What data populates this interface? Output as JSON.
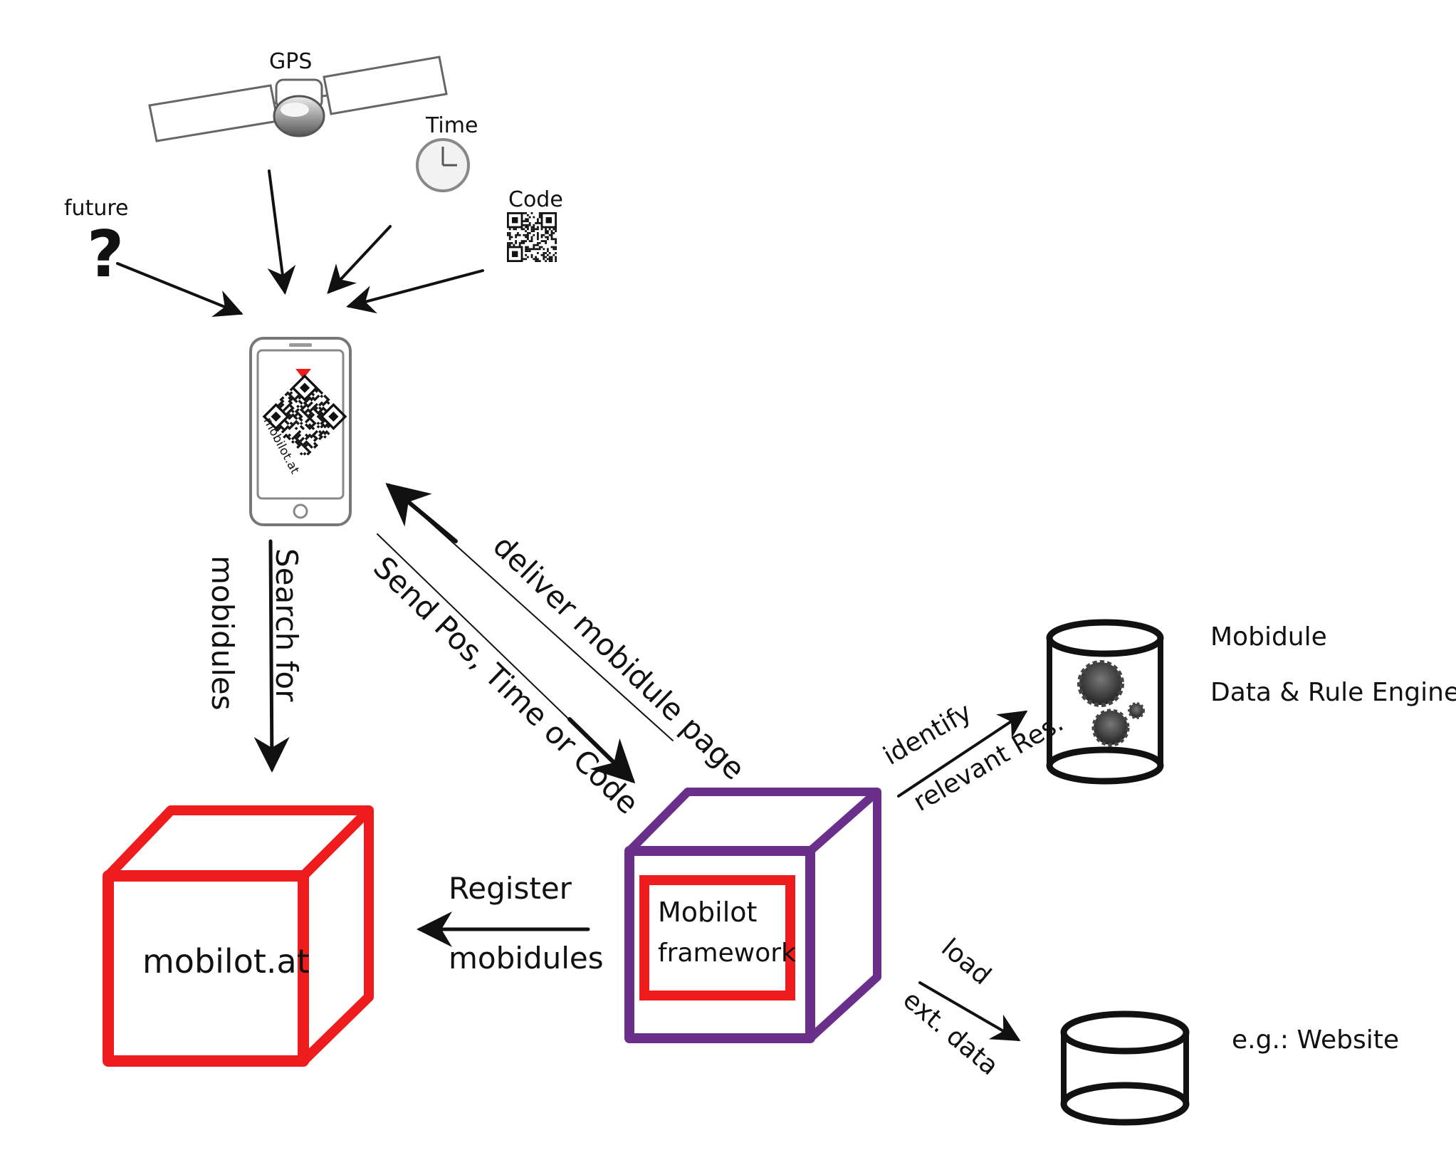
{
  "labels": {
    "gps": "GPS",
    "time": "Time",
    "code": "Code",
    "future": "future",
    "future_symbol": "?",
    "phone_brand": "mobilot.at",
    "search_for": "Search for",
    "mobidules_left": "mobidules",
    "send_pos": "Send Pos, Time or Code",
    "deliver_page": "deliver mobidule page",
    "register": "Register",
    "register_mobidules": "mobidules",
    "mobilot_at": "mobilot.at",
    "framework_line1": "Mobilot",
    "framework_line2": "framework",
    "identify": "identify",
    "relevant_res": "relevant Res.",
    "engine_line1": "Mobidule",
    "engine_line2": "Data & Rule Engine",
    "load": "load",
    "ext_data": "ext. data",
    "website": "e.g.: Website"
  },
  "colors": {
    "red": "#ee1c1c",
    "purple": "#6a2f8a",
    "ink": "#111111",
    "grey": "#9a9a9a"
  },
  "icons": {
    "satellite": "satellite-icon",
    "clock": "clock-icon",
    "qr": "qr-code-icon",
    "question": "question-mark-icon",
    "phone": "smartphone-icon",
    "gears": "gears-icon"
  }
}
